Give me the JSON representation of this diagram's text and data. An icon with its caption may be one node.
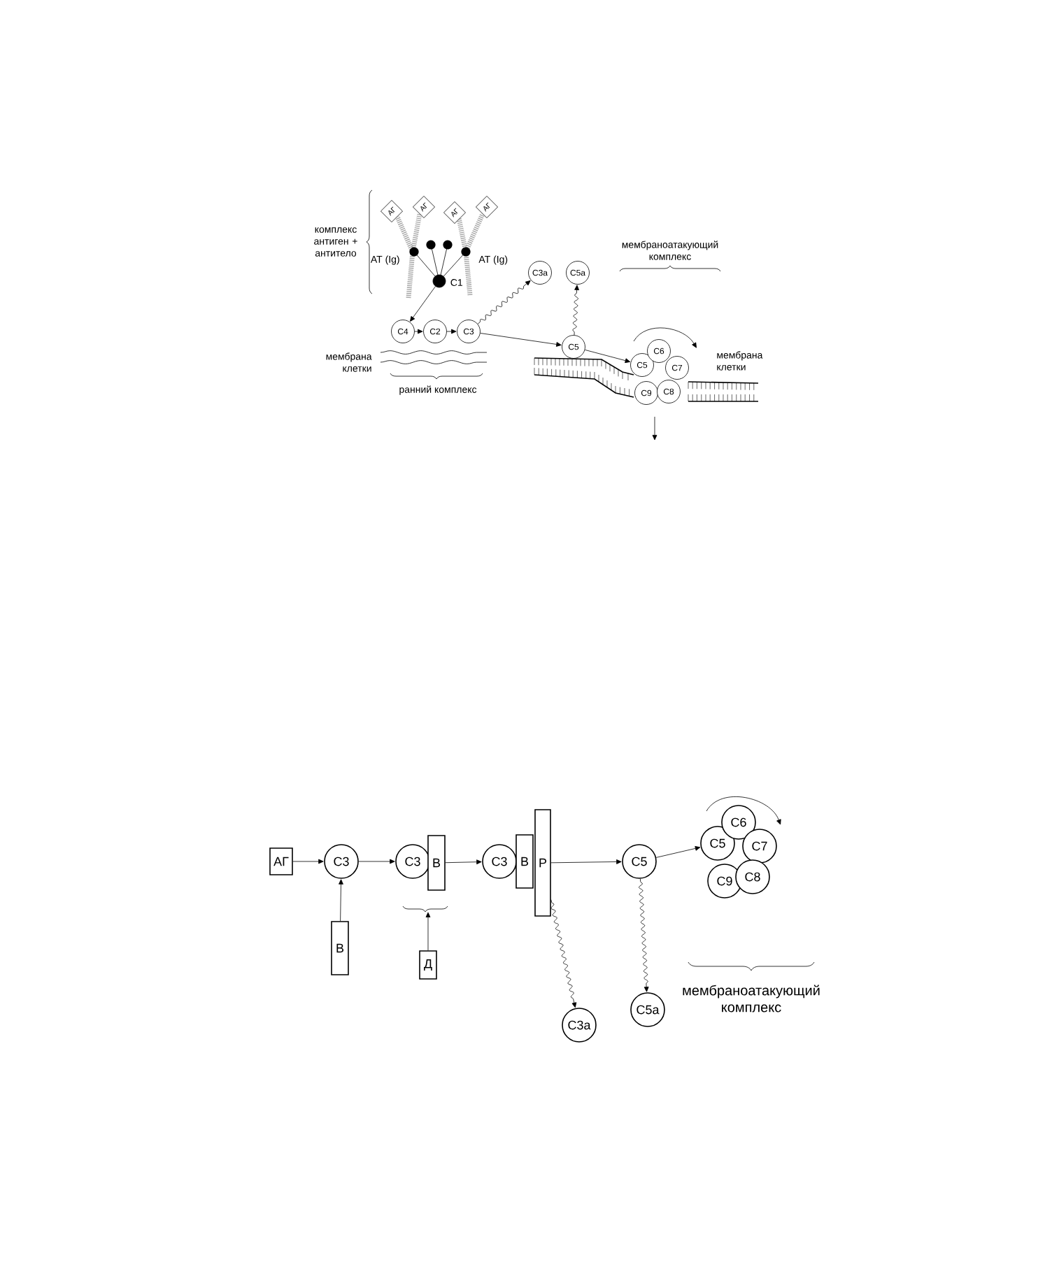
{
  "diagram": {
    "nodes": [
      {
        "text": [
          "АГ"
        ]
      },
      {
        "text": [
          "АГ"
        ]
      },
      {
        "text": [
          "АГ"
        ]
      },
      {
        "text": [
          "АГ"
        ]
      },
      {
        "text": [],
        "shape": "circle",
        "beside": [
          "C1"
        ]
      },
      {
        "text": [
          "C4"
        ]
      },
      {
        "text": [
          "C2"
        ]
      },
      {
        "text": [
          "C3"
        ]
      },
      {
        "text": [
          "C3a"
        ]
      },
      {
        "text": [
          "C5a"
        ]
      },
      {
        "text": [
          "C5"
        ]
      },
      {
        "text": [
          "C5"
        ]
      },
      {
        "text": [
          "C6"
        ]
      },
      {
        "text": [
          "C7"
        ]
      },
      {
        "text": [
          "C9"
        ]
      },
      {
        "text": [
          "C8"
        ]
      },
      {
        "text": [
          "АГ"
        ]
      },
      {
        "text": [
          "C3"
        ]
      },
      {
        "text": [
          "В"
        ]
      },
      {
        "text": [
          "C3"
        ]
      },
      {
        "text": [
          "В"
        ]
      },
      {
        "text": [
          "Д"
        ]
      },
      {
        "text": [
          "C3"
        ]
      },
      {
        "text": [
          "В"
        ]
      },
      {
        "text": [
          "Р"
        ]
      },
      {
        "text": [
          "C3a"
        ]
      },
      {
        "text": [
          "C5"
        ]
      },
      {
        "text": [
          "C5a"
        ]
      },
      {
        "text": [
          "C5"
        ]
      },
      {
        "text": [
          "C6"
        ]
      },
      {
        "text": [
          "C7"
        ]
      },
      {
        "text": [
          "C9"
        ]
      },
      {
        "text": [
          "C8"
        ]
      }
    ],
    "edges": [
      {
        "from": 4,
        "to": 5,
        "arrow": "to"
      },
      {
        "from": 5,
        "to": 6,
        "arrow": "to"
      },
      {
        "from": 6,
        "to": 7,
        "arrow": "to"
      },
      {
        "from": 7,
        "to": 8,
        "arrow": "to"
      },
      {
        "from": 7,
        "to": 10,
        "arrow": "to"
      },
      {
        "from": 10,
        "to": 9,
        "arrow": "to"
      },
      {
        "from": 10,
        "to": 11,
        "arrow": "to"
      },
      {
        "from": 16,
        "to": 17,
        "arrow": "to"
      },
      {
        "from": 18,
        "to": 17,
        "arrow": "to"
      },
      {
        "from": 17,
        "to": 19,
        "arrow": "to"
      },
      {
        "from": 21,
        "to": null,
        "arrow": "to"
      },
      {
        "from": 20,
        "to": 22,
        "arrow": "to"
      },
      {
        "from": 24,
        "to": 26,
        "arrow": "to"
      },
      {
        "from": 24,
        "to": 25,
        "arrow": "to"
      },
      {
        "from": 26,
        "to": 27,
        "arrow": "to"
      },
      {
        "from": 26,
        "to": 28,
        "arrow": "to"
      }
    ],
    "labels": [
      "комплекс антиген + антитело",
      "АТ (Ig)",
      "АТ (Ig)",
      "мембраноатакующий комплекс",
      "мембрана клетки",
      "ранний комплекс",
      "мембрана клетки",
      "мембраноатакующий комплекс"
    ]
  }
}
